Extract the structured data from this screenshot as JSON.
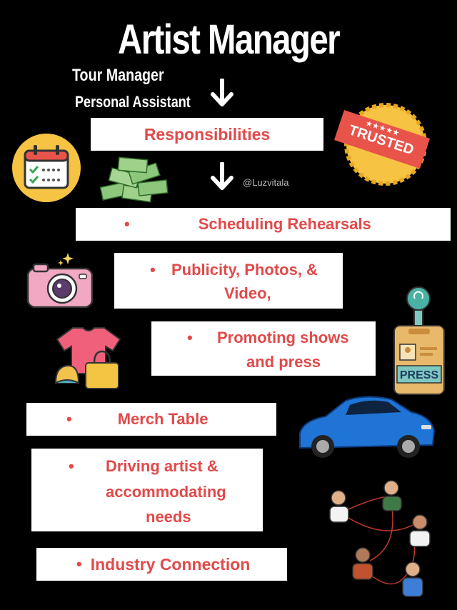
{
  "title": "Artist Manager",
  "subtitles": [
    "Tour Manager",
    "Personal Assistant"
  ],
  "handle": "@Luzvitala",
  "heading": "Responsibilities",
  "bullet_char": "•",
  "items": [
    {
      "lines": [
        "Scheduling Rehearsals"
      ]
    },
    {
      "lines": [
        "Publicity, Photos, &",
        "Video,"
      ]
    },
    {
      "lines": [
        "Promoting shows",
        "and press"
      ]
    },
    {
      "lines": [
        "Merch Table"
      ]
    },
    {
      "lines": [
        "Driving artist &",
        "accommodating",
        "needs"
      ]
    },
    {
      "lines": [
        "Industry Connection"
      ]
    }
  ],
  "badges": {
    "trusted": "TRUSTED",
    "press": "PRESS"
  },
  "colors": {
    "background": "#000000",
    "text_red": "#e14a4a",
    "box": "#ffffff"
  },
  "icons": [
    "arrow-down-icon",
    "calendar-icon",
    "money-icon",
    "camera-icon",
    "trusted-badge-icon",
    "press-badge-icon",
    "tshirt-icon",
    "shopping-bag-icon",
    "car-icon",
    "people-network-icon"
  ]
}
